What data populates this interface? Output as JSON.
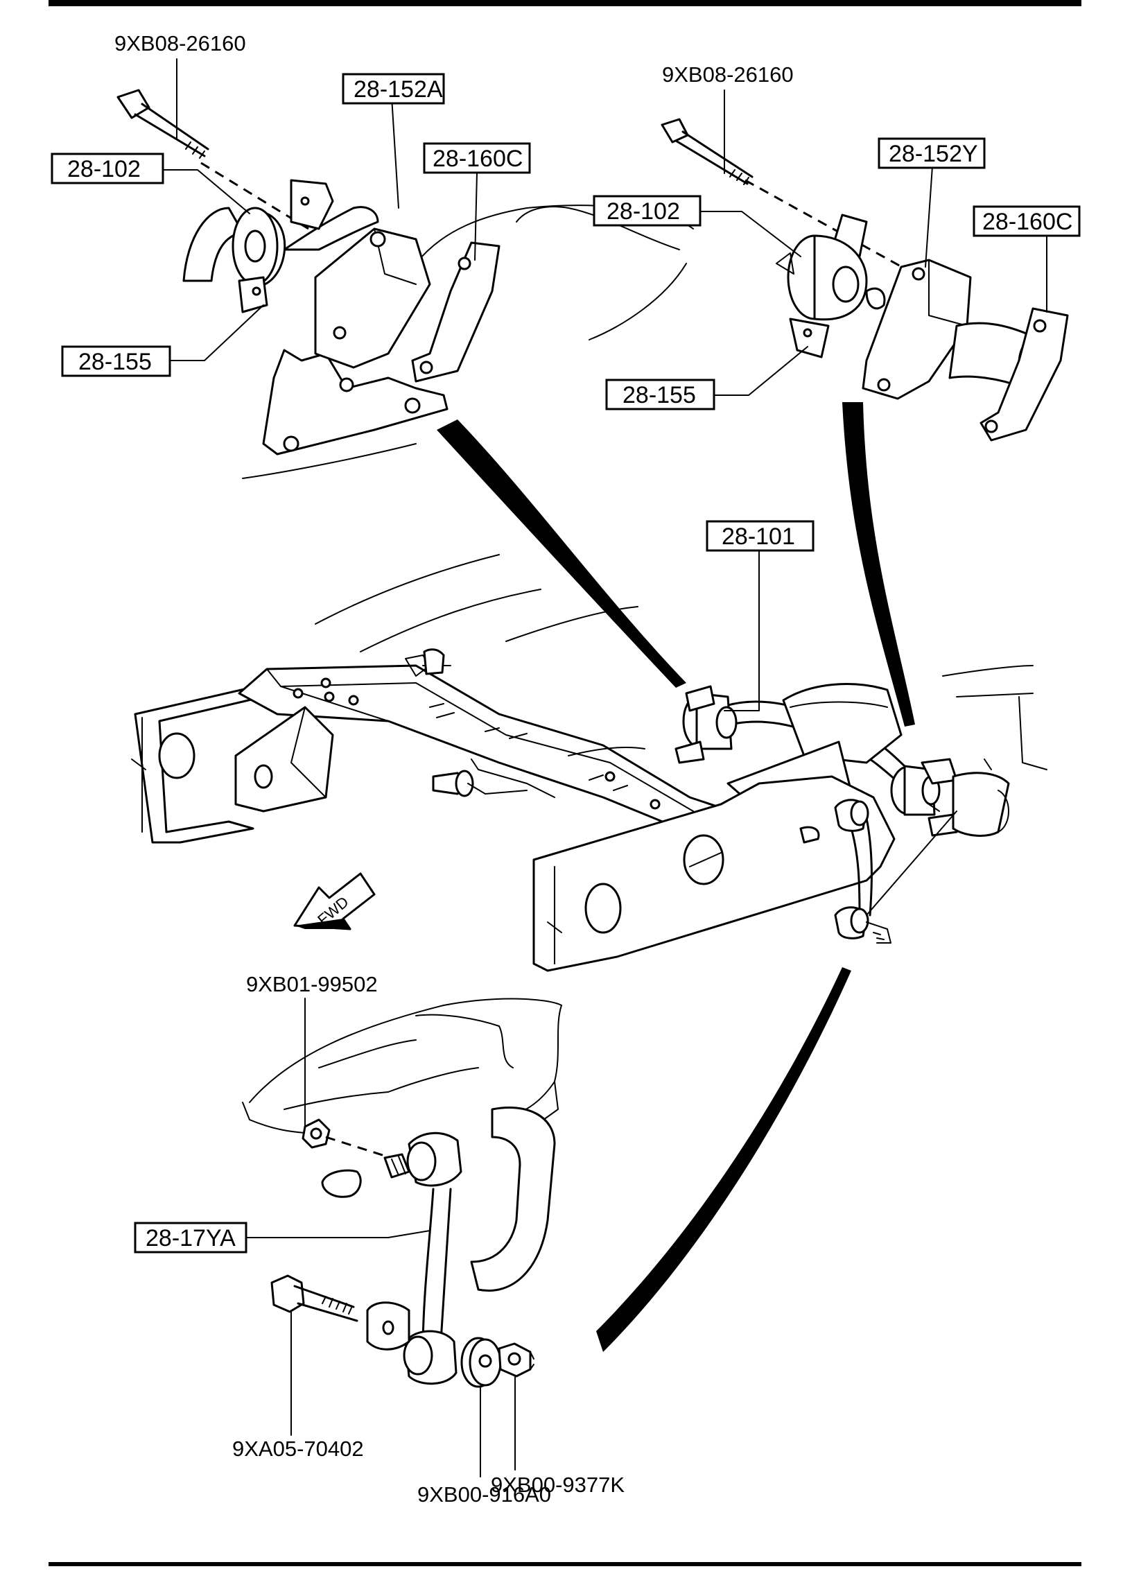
{
  "callouts": {
    "bolt_left": "9XB08-26160",
    "bolt_right": "9XB08-26160",
    "bracket_left": "28-152A",
    "bracket_right": "28-152Y",
    "clamp_left": "28-160C",
    "clamp_right": "28-160C",
    "bushing_left": "28-102",
    "bushing_right": "28-102",
    "retainer_left": "28-155",
    "retainer_right": "28-155",
    "stabilizer_bar": "28-101",
    "nut_top": "9XB01-99502",
    "link": "28-17YA",
    "link_bolt": "9XA05-70402",
    "washer": "9XB00-916A0",
    "nut_bottom": "9XB00-9377K"
  },
  "fwd_arrow": "FWD"
}
